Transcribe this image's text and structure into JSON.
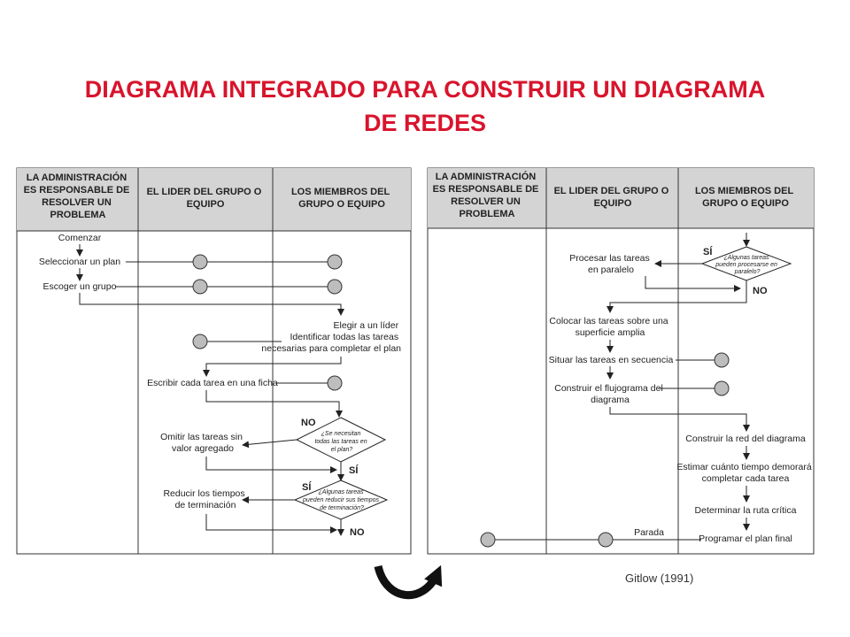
{
  "title": {
    "line1": "DIAGRAMA INTEGRADO PARA CONSTRUIR UN DIAGRAMA",
    "line2": "DE REDES"
  },
  "left_panel": {
    "headers": [
      [
        "LA ADMINISTRACIÓN",
        "ES RESPONSABLE DE",
        "RESOLVER UN",
        "PROBLEMA"
      ],
      [
        "EL LIDER DEL GRUPO O",
        "EQUIPO"
      ],
      [
        "LOS MIEMBROS DEL",
        "GRUPO O EQUIPO"
      ]
    ],
    "steps": {
      "comenzar": "Comenzar",
      "seleccionar": "Seleccionar un plan",
      "escoger": "Escoger un grupo",
      "elegir": [
        "Elegir a un líder",
        "Identificar todas las tareas",
        "necesarias para completar el plan"
      ],
      "escribir": "Escribir cada tarea en una ficha",
      "omitir": [
        "Omitir las tareas sin",
        "valor agregado"
      ],
      "reducir": [
        "Reducir los tiempos",
        "de terminación"
      ]
    },
    "decision1": {
      "text": [
        "¿Se necesitan",
        "todas las tareas en",
        "el plan?"
      ],
      "no": "NO",
      "yes": "SÍ"
    },
    "decision2": {
      "text": [
        "¿Algunas tareas",
        "pueden reducir sus tiempos",
        "de terminación?"
      ],
      "yes": "SÍ",
      "no": "NO"
    }
  },
  "right_panel": {
    "headers": [
      [
        "LA ADMINISTRACIÓN",
        "ES RESPONSABLE DE",
        "RESOLVER UN",
        "PROBLEMA"
      ],
      [
        "EL LIDER DEL GRUPO O",
        "EQUIPO"
      ],
      [
        "LOS MIEMBROS DEL",
        "GRUPO O EQUIPO"
      ]
    ],
    "decision": {
      "text": [
        "¿Algunas tareas",
        "pueden procesarse en",
        "paralelo?"
      ],
      "yes": "SÍ",
      "no": "NO"
    },
    "steps": {
      "procesar": [
        "Procesar las tareas",
        "en paralelo"
      ],
      "colocar": [
        "Colocar las tareas sobre una",
        "superficie amplia"
      ],
      "situar": "Situar las tareas en secuencia",
      "construir_flujo": [
        "Construir el flujograma del",
        "diagrama"
      ],
      "construir_red": "Construir la red del diagrama",
      "estimar": [
        "Estimar cuánto tiempo demorará",
        "completar cada tarea"
      ],
      "determinar": "Determinar la ruta crítica",
      "parada": "Parada",
      "programar": "Programar el plan final"
    }
  },
  "source": "Gitlow (1991)"
}
